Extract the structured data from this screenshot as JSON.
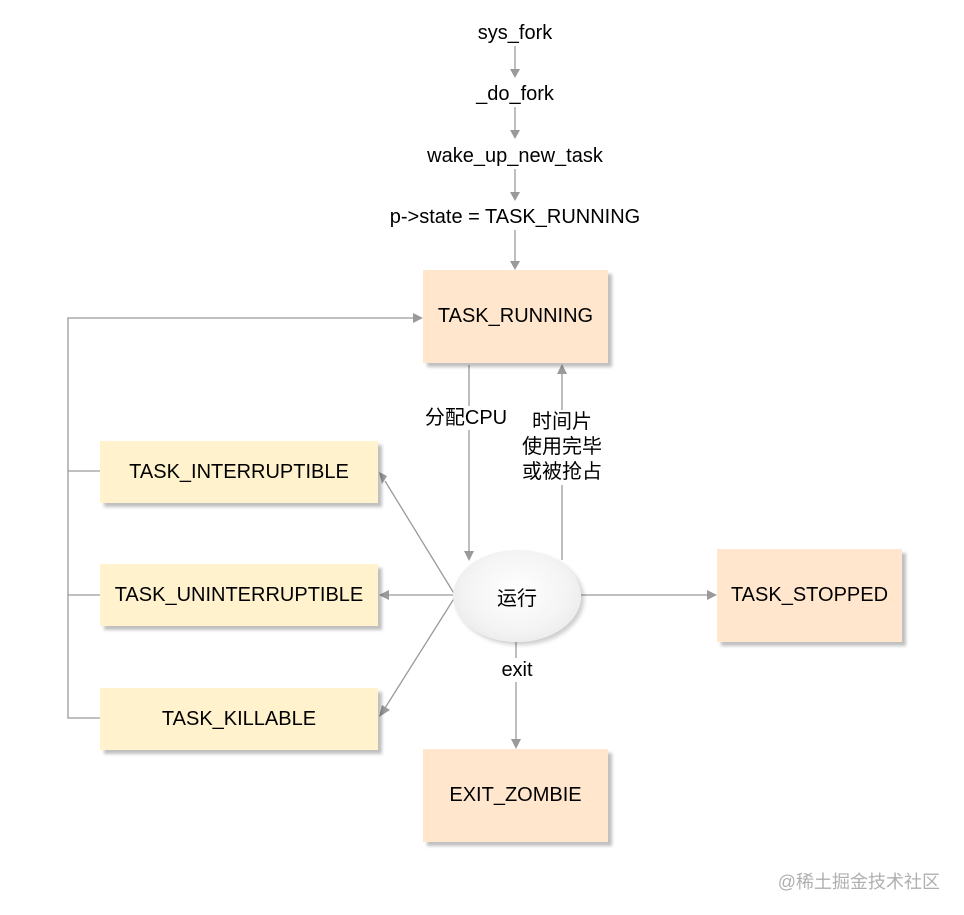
{
  "chain": {
    "sys_fork": "sys_fork",
    "do_fork": "_do_fork",
    "wake_up": "wake_up_new_task",
    "set_state": "p->state = TASK_RUNNING"
  },
  "states": {
    "running": "TASK_RUNNING",
    "interruptible": "TASK_INTERRUPTIBLE",
    "uninterruptible": "TASK_UNINTERRUPTIBLE",
    "killable": "TASK_KILLABLE",
    "stopped": "TASK_STOPPED",
    "zombie": "EXIT_ZOMBIE",
    "run": "运行"
  },
  "edges": {
    "assign_cpu": "分配CPU",
    "preempt": [
      "时间片",
      "使用完毕",
      "或被抢占"
    ],
    "exit": "exit"
  },
  "colors": {
    "running_fill": "#ffe6cc",
    "sleep_fill": "#fff2cc",
    "edge": "#9a9a9a"
  },
  "watermark": "@稀土掘金技术社区"
}
